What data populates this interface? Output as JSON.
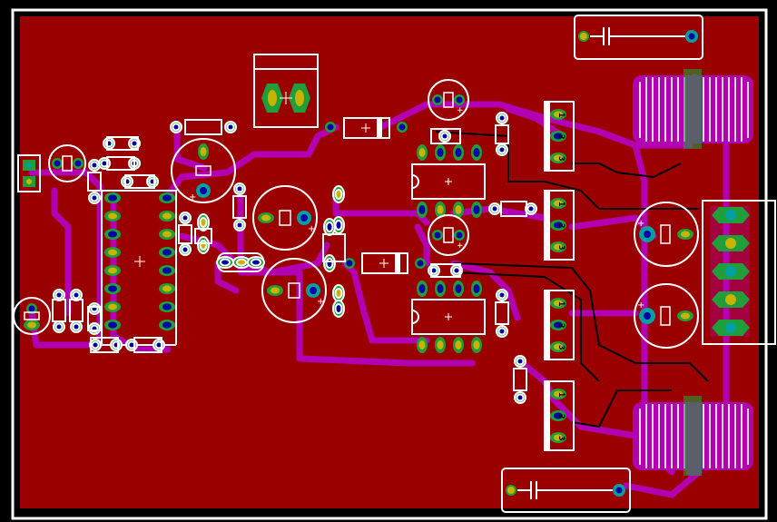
{
  "colors": {
    "background": "#000000",
    "copper_top": "#9b0000",
    "board_edge": "#ffffff",
    "trace_purple": "#b300b3",
    "trace_black": "#000000",
    "pad_green": "#1f9e3a",
    "pad_yellow": "#c8b400",
    "pad_blue": "#0000a8",
    "pad_cyan": "#00a0a0",
    "silkscreen": "#ffffff"
  },
  "regulators": [
    {
      "id": "reg1",
      "pins": [
        "1",
        "2",
        "3"
      ]
    },
    {
      "id": "reg2",
      "pins": [
        "1",
        "2",
        "3"
      ]
    },
    {
      "id": "reg3",
      "pins": [
        "1",
        "2",
        "3"
      ]
    },
    {
      "id": "reg4",
      "pins": [
        "1",
        "2",
        "3"
      ]
    }
  ]
}
